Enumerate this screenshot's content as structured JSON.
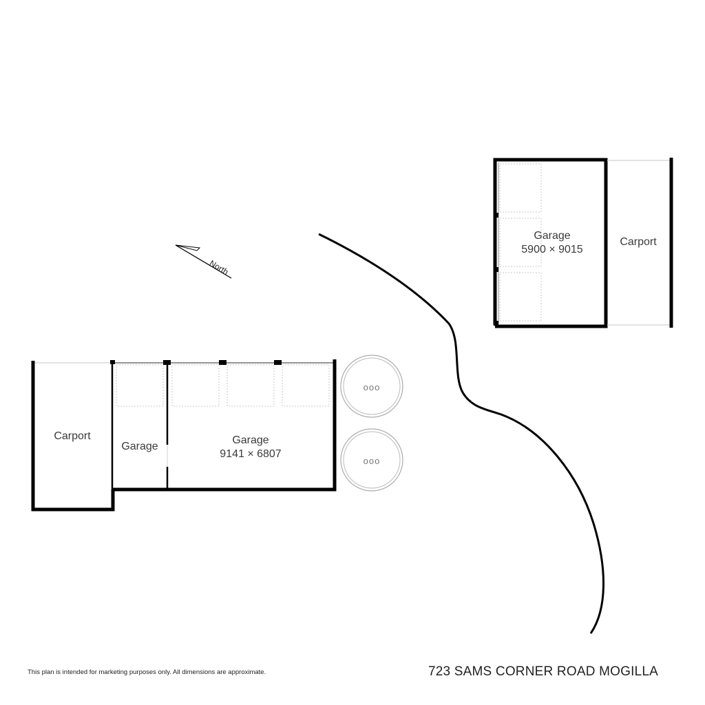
{
  "north_label": "North",
  "rooms": {
    "carport_left": "Carport",
    "garage_small": "Garage",
    "garage_main": {
      "name": "Garage",
      "dimensions": "9141 × 6807"
    },
    "garage_right": {
      "name": "Garage",
      "dimensions": "5900 × 9015"
    },
    "carport_right": "Carport"
  },
  "tank_label": "ooo",
  "footer": {
    "disclaimer": "This plan is intended for marketing purposes only. All dimensions are approximate.",
    "address": "723 SAMS CORNER ROAD MOGILLA"
  }
}
